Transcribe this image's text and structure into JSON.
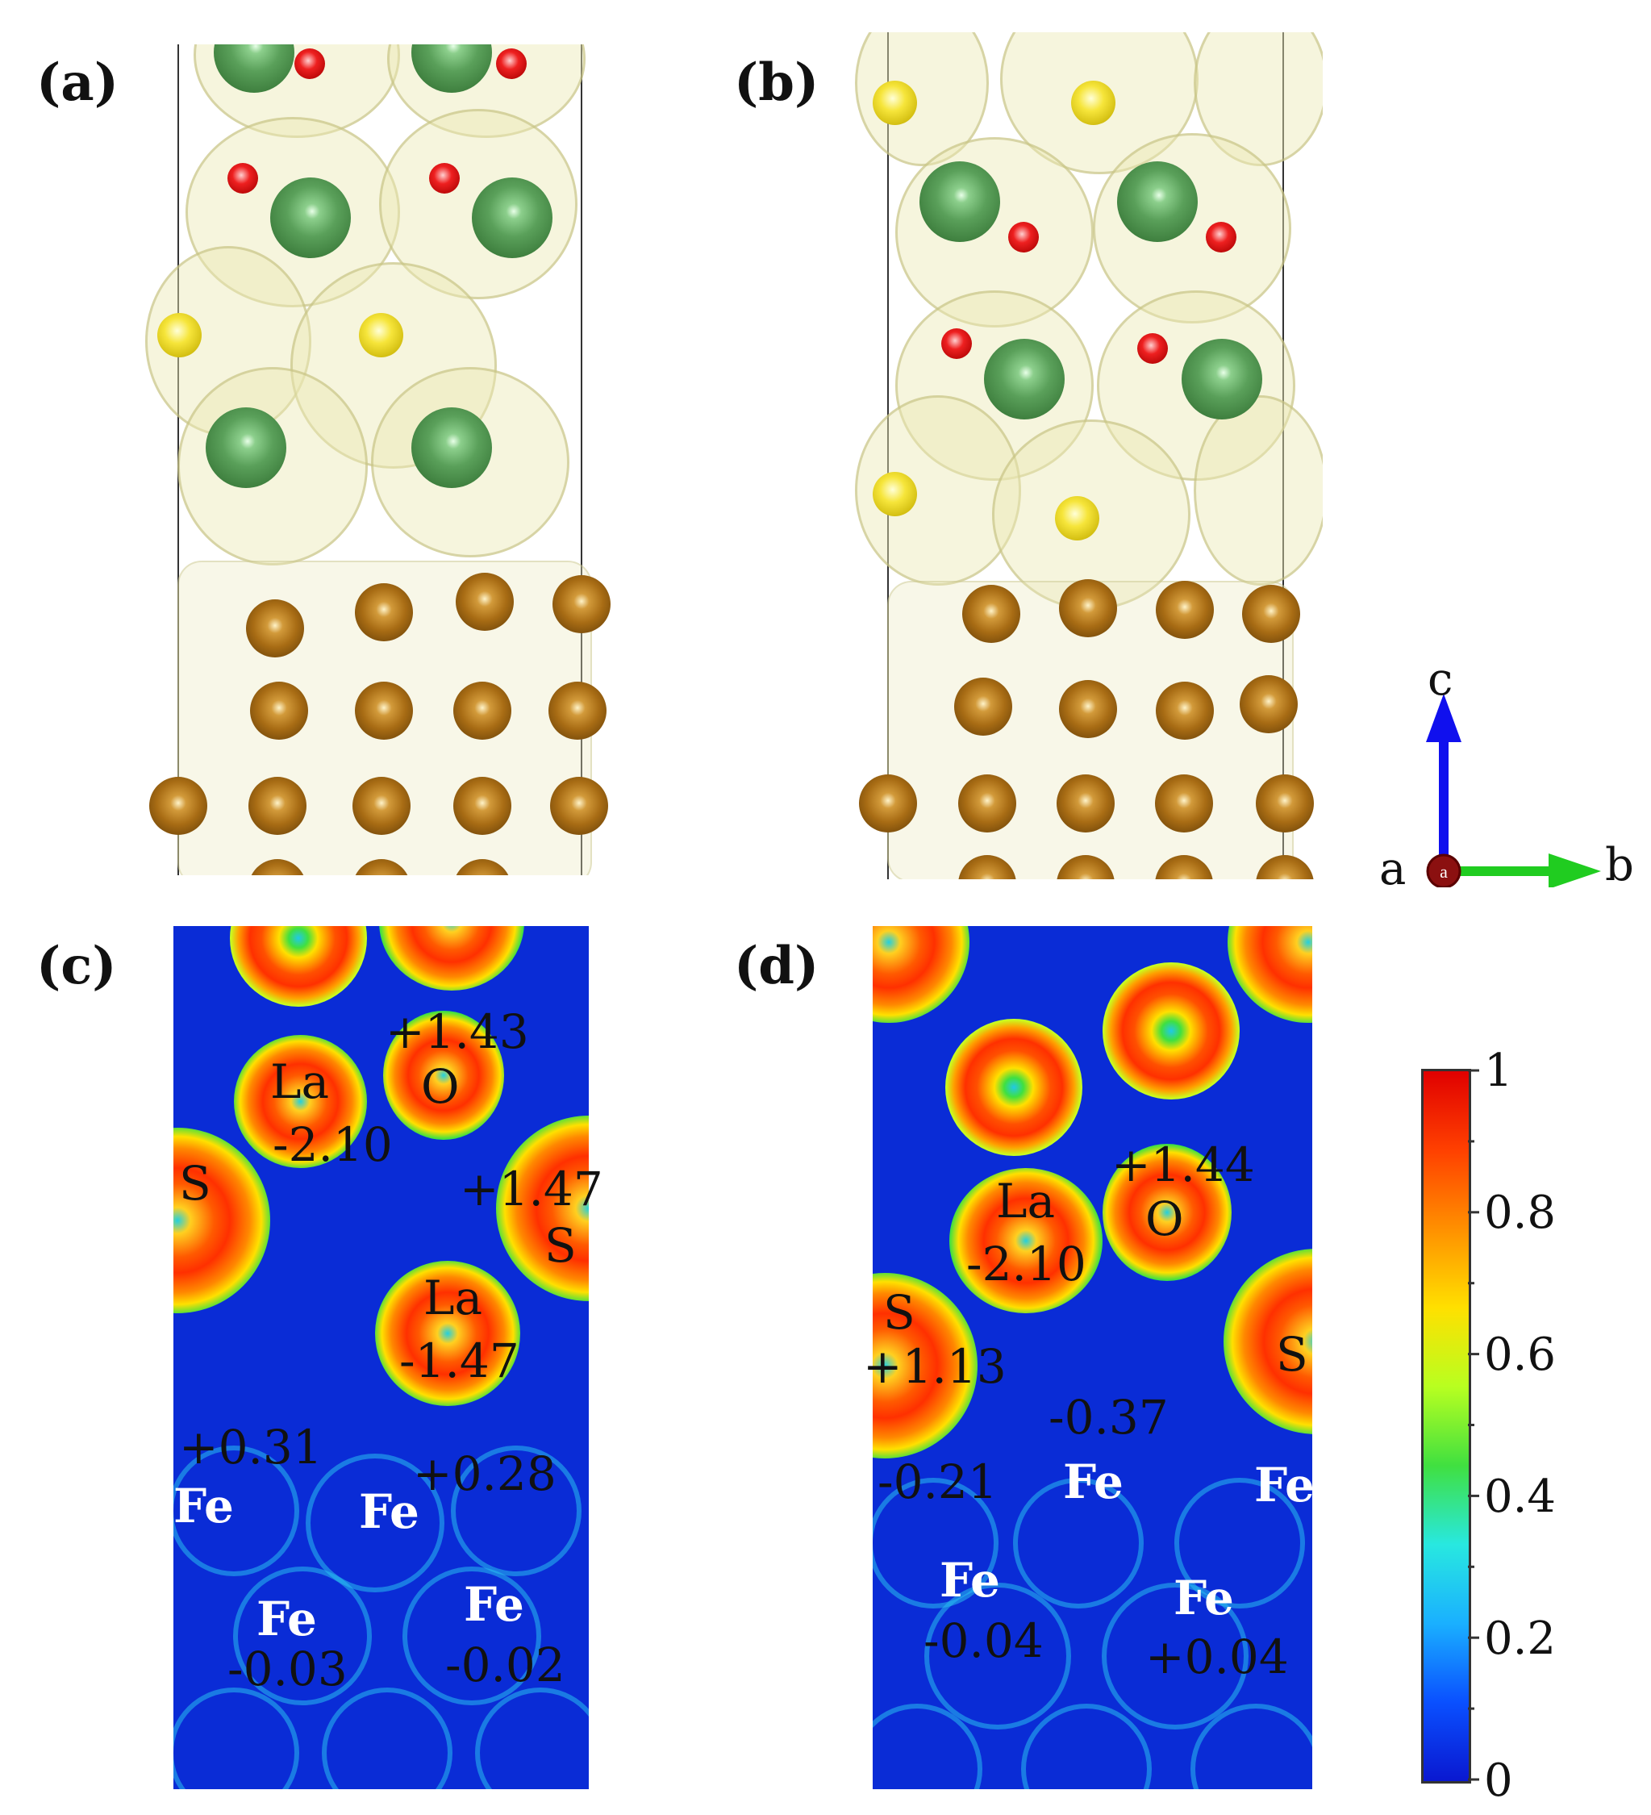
{
  "panels": {
    "a": {
      "label": "(a)"
    },
    "b": {
      "label": "(b)"
    },
    "c": {
      "label": "(c)"
    },
    "d": {
      "label": "(d)"
    }
  },
  "axes_triad": {
    "c": "c",
    "a": "a",
    "b": "b",
    "a_mark": "a"
  },
  "colorbar": {
    "colors": [
      "#0a18d0",
      "#0a50ff",
      "#1ab0ff",
      "#28e8e0",
      "#40e040",
      "#b8ff20",
      "#ffe000",
      "#ff9000",
      "#ff4000",
      "#e00000"
    ],
    "tick_labels": [
      "1",
      "0.8",
      "0.6",
      "0.4",
      "0.2",
      "0"
    ]
  },
  "panel_c_labels": {
    "o_charge": "+1.43",
    "la1": "La",
    "o": "O",
    "la1_charge": "-2.10",
    "s_left": "S",
    "s_right_charge": "+1.47",
    "s_right": "S",
    "la2": "La",
    "la2_charge": "-1.47",
    "fe1_charge": "+0.31",
    "fe2_charge": "+0.28",
    "fe1": "Fe",
    "fe2": "Fe",
    "fe3": "Fe",
    "fe4": "Fe",
    "fe3_charge": "-0.03",
    "fe4_charge": "-0.02"
  },
  "panel_d_labels": {
    "o_charge": "+1.44",
    "la": "La",
    "o": "O",
    "la_charge": "-2.10",
    "s_left": "S",
    "s_left_charge": "+1.13",
    "s_right": "S",
    "fe_mid_charge": "-0.37",
    "fe_left_charge": "-0.21",
    "fe_mid": "Fe",
    "fe_right": "Fe",
    "fe_low1": "Fe",
    "fe_low2": "Fe",
    "fe_low1_charge": "-0.04",
    "fe_low2_charge": "+0.04"
  }
}
